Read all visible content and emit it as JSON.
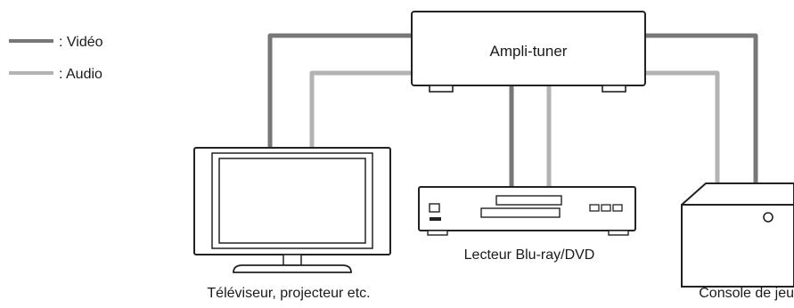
{
  "legend": {
    "video": {
      "label": ": Vidéo",
      "color": "#777777"
    },
    "audio": {
      "label": ": Audio",
      "color": "#b3b3b3"
    }
  },
  "devices": {
    "amplifier": {
      "label": "Ampli-tuner"
    },
    "player": {
      "label": "Lecteur Blu-ray/DVD"
    },
    "tv": {
      "label": "Téléviseur, projecteur etc."
    },
    "console": {
      "label": "Console de jeu"
    }
  },
  "colors": {
    "outline": "#222222",
    "video_cable": "#777777",
    "audio_cable": "#b3b3b3"
  }
}
